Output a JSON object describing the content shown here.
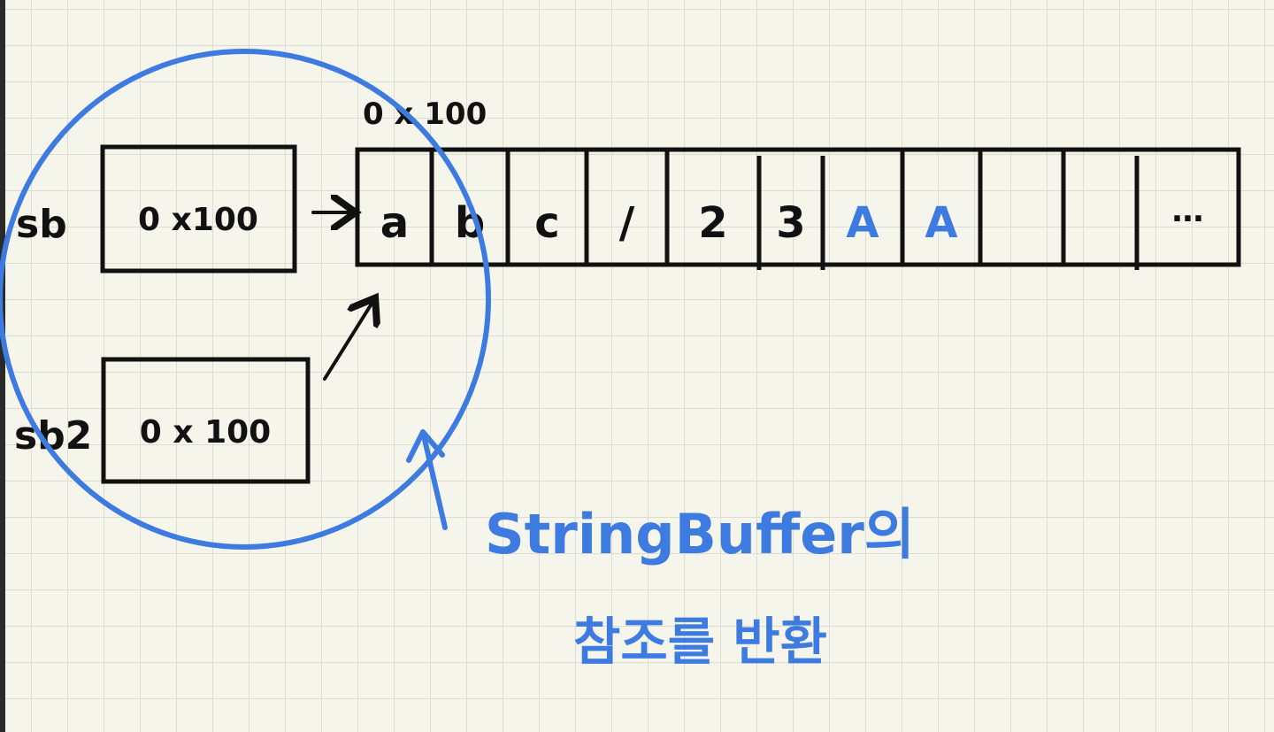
{
  "labels": {
    "sb": "sb",
    "sb2": "sb2",
    "array_address": "0 x 100"
  },
  "boxes": {
    "sb_value": "0 x100",
    "sb2_value": "0 x 100"
  },
  "array_cells": [
    "a",
    "b",
    "c",
    "/",
    "2",
    "3",
    "A",
    "A",
    "",
    "",
    "…"
  ],
  "annotation": {
    "line1": "StringBuffer의",
    "line2": "참조를 반환"
  },
  "colors": {
    "ink": "#111111",
    "highlight": "#3d7be0",
    "paper": "#f6f5ec",
    "grid": "#dcdccf"
  }
}
